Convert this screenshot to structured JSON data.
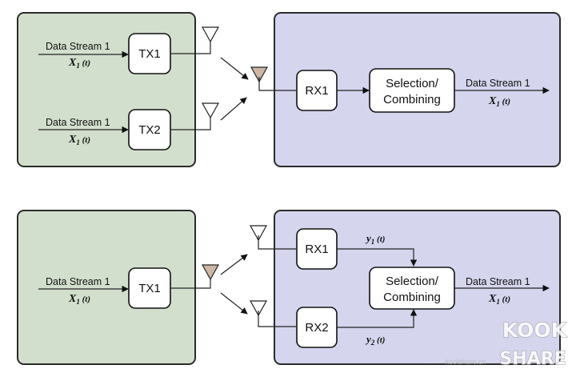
{
  "colors": {
    "tx_panel": "#d3dfcd",
    "rx_panel": "#d5d5ee",
    "panel_border": "#2b2b2b",
    "tx_antenna_fill": "#ffffff",
    "rx_antenna_fill": "#cdb6a4"
  },
  "top": {
    "input1_label": "Data Stream 1",
    "input1_signal": "X",
    "input1_sub": "1",
    "input1_arg": " (t)",
    "input2_label": "Data Stream 1",
    "input2_signal": "X",
    "input2_sub": "1",
    "input2_arg": " (t)",
    "tx1": "TX1",
    "tx2": "TX2",
    "rx1": "RX1",
    "combiner_line1": "Selection/",
    "combiner_line2": "Combining",
    "output_label": "Data Stream 1",
    "output_signal": "X",
    "output_sub": "1",
    "output_arg": " (t)"
  },
  "bottom": {
    "input_label": "Data Stream 1",
    "input_signal": "X",
    "input_sub": "1",
    "input_arg": " (t)",
    "tx1": "TX1",
    "rx1": "RX1",
    "rx2": "RX2",
    "y1_signal": "y",
    "y1_sub": "1",
    "y1_arg": " (t)",
    "y2_signal": "y",
    "y2_sub": "2",
    "y2_arg": " (t)",
    "combiner_line1": "Selection/",
    "combiner_line2": "Combining",
    "output_label": "Data Stream 1",
    "output_signal": "X",
    "output_sub": "1",
    "output_arg": " (t)"
  },
  "watermark": {
    "line1": "KOOK",
    "line2": "SHARE",
    "url": "koolshare.cn"
  }
}
